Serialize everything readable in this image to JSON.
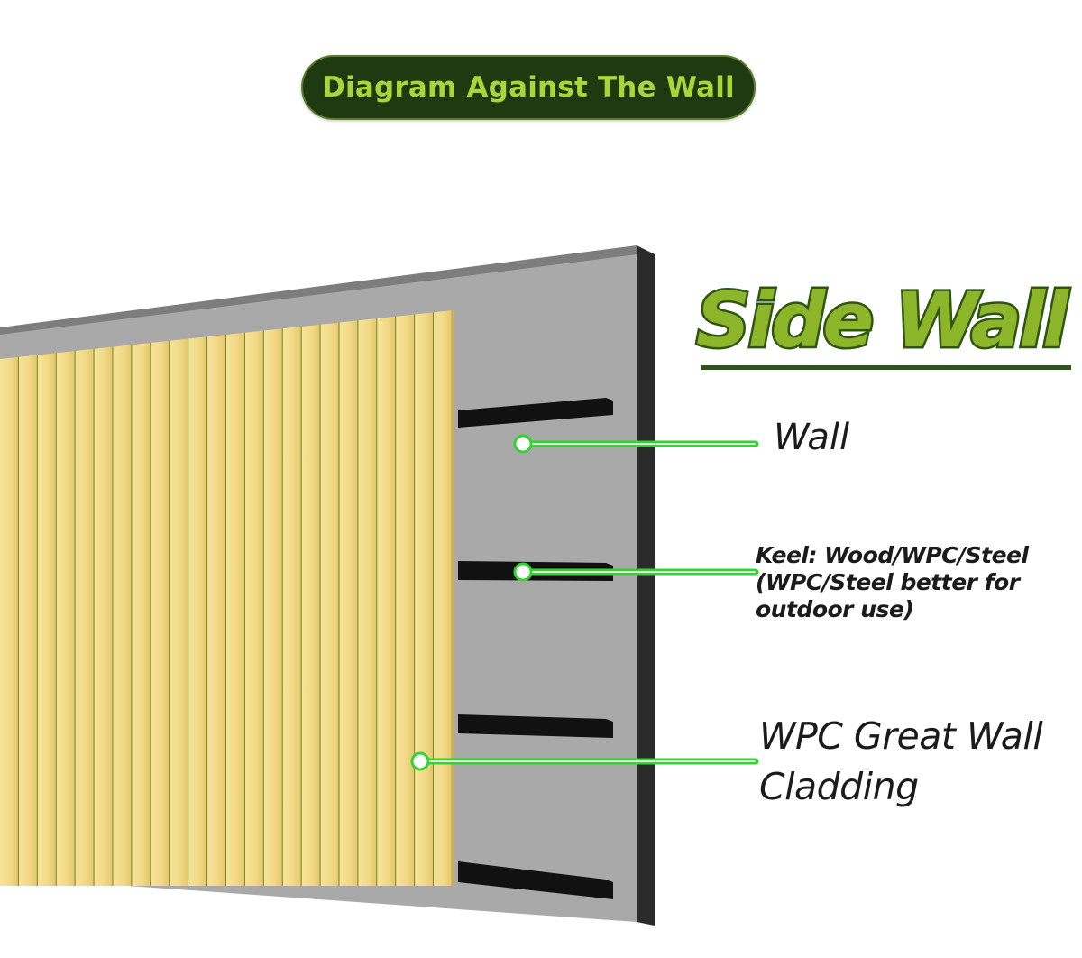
{
  "header": {
    "title": "Diagram Against The Wall"
  },
  "side_wall": {
    "title": "Side Wall"
  },
  "labels": {
    "wall": "Wall",
    "keel": {
      "line1": "Keel: Wood/WPC/Steel",
      "line2": "(WPC/Steel better for",
      "line3": "outdoor use)"
    },
    "cladding": {
      "line1": "WPC Great Wall",
      "line2": "Cladding"
    }
  },
  "colors": {
    "header_bg": "#1f3a10",
    "header_text": "#a7d53a",
    "title_fill": "#8db52a",
    "title_outline": "#2f5512",
    "wall_face": "#a9a9a9",
    "wall_edge": "#2b2b2b",
    "keel": "#111111",
    "slat": "#f2da86",
    "slat_groove": "#6f8a1e",
    "callout_line": "#2fd62f"
  },
  "slats": {
    "count": 24
  }
}
